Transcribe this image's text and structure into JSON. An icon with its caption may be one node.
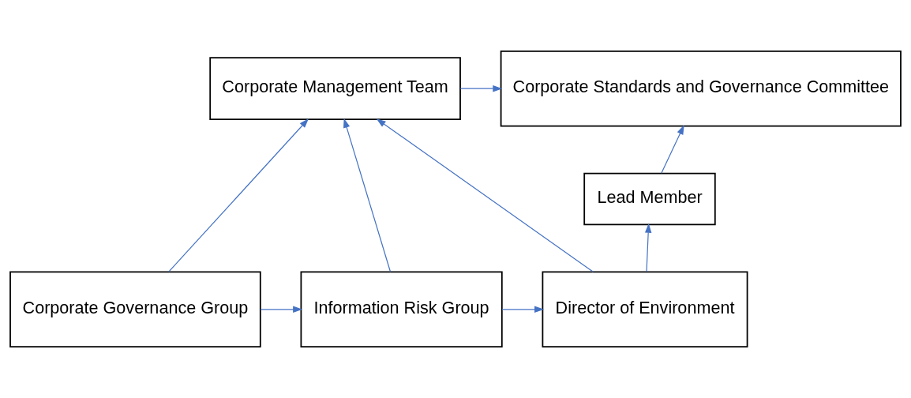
{
  "diagram": {
    "nodes": [
      {
        "text": [
          "Corporate Standards and Governance Committee"
        ]
      },
      {
        "text": [
          "Corporate Management Team"
        ]
      },
      {
        "text": [
          "Lead Member"
        ]
      },
      {
        "text": [
          "Director of Environment"
        ]
      },
      {
        "text": [
          "Information Risk Group"
        ]
      },
      {
        "text": [
          "Corporate Governance Group"
        ]
      }
    ],
    "edges": [
      {
        "from": 1,
        "to": 0,
        "arrow": "to"
      },
      {
        "from": 2,
        "to": 0,
        "arrow": "to"
      },
      {
        "from": 3,
        "to": 2,
        "arrow": "to"
      },
      {
        "from": 3,
        "to": 1,
        "arrow": "to"
      },
      {
        "from": 4,
        "to": 1,
        "arrow": "to"
      },
      {
        "from": 5,
        "to": 1,
        "arrow": "to"
      },
      {
        "from": 4,
        "to": 3,
        "arrow": "to"
      },
      {
        "from": 5,
        "to": 4,
        "arrow": "to"
      }
    ]
  }
}
